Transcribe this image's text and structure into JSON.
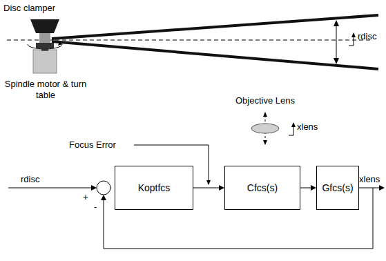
{
  "diagram": {
    "nodes": [
      {
        "text": [
          "Koptfcs"
        ]
      },
      {
        "text": [
          "Cfcs(s)"
        ]
      },
      {
        "text": [
          "Gfcs(s)"
        ]
      }
    ],
    "edges": [
      {
        "from": 0,
        "to": 1,
        "arrow": "to"
      },
      {
        "from": 1,
        "to": 2,
        "arrow": "to"
      }
    ],
    "labels": [
      "Disc clamper",
      "rdisc",
      "Spindle motor & turn table",
      "Objective Lens",
      "xlens",
      "Focus Error",
      "rdisc",
      "+",
      "-",
      "xlens"
    ]
  }
}
